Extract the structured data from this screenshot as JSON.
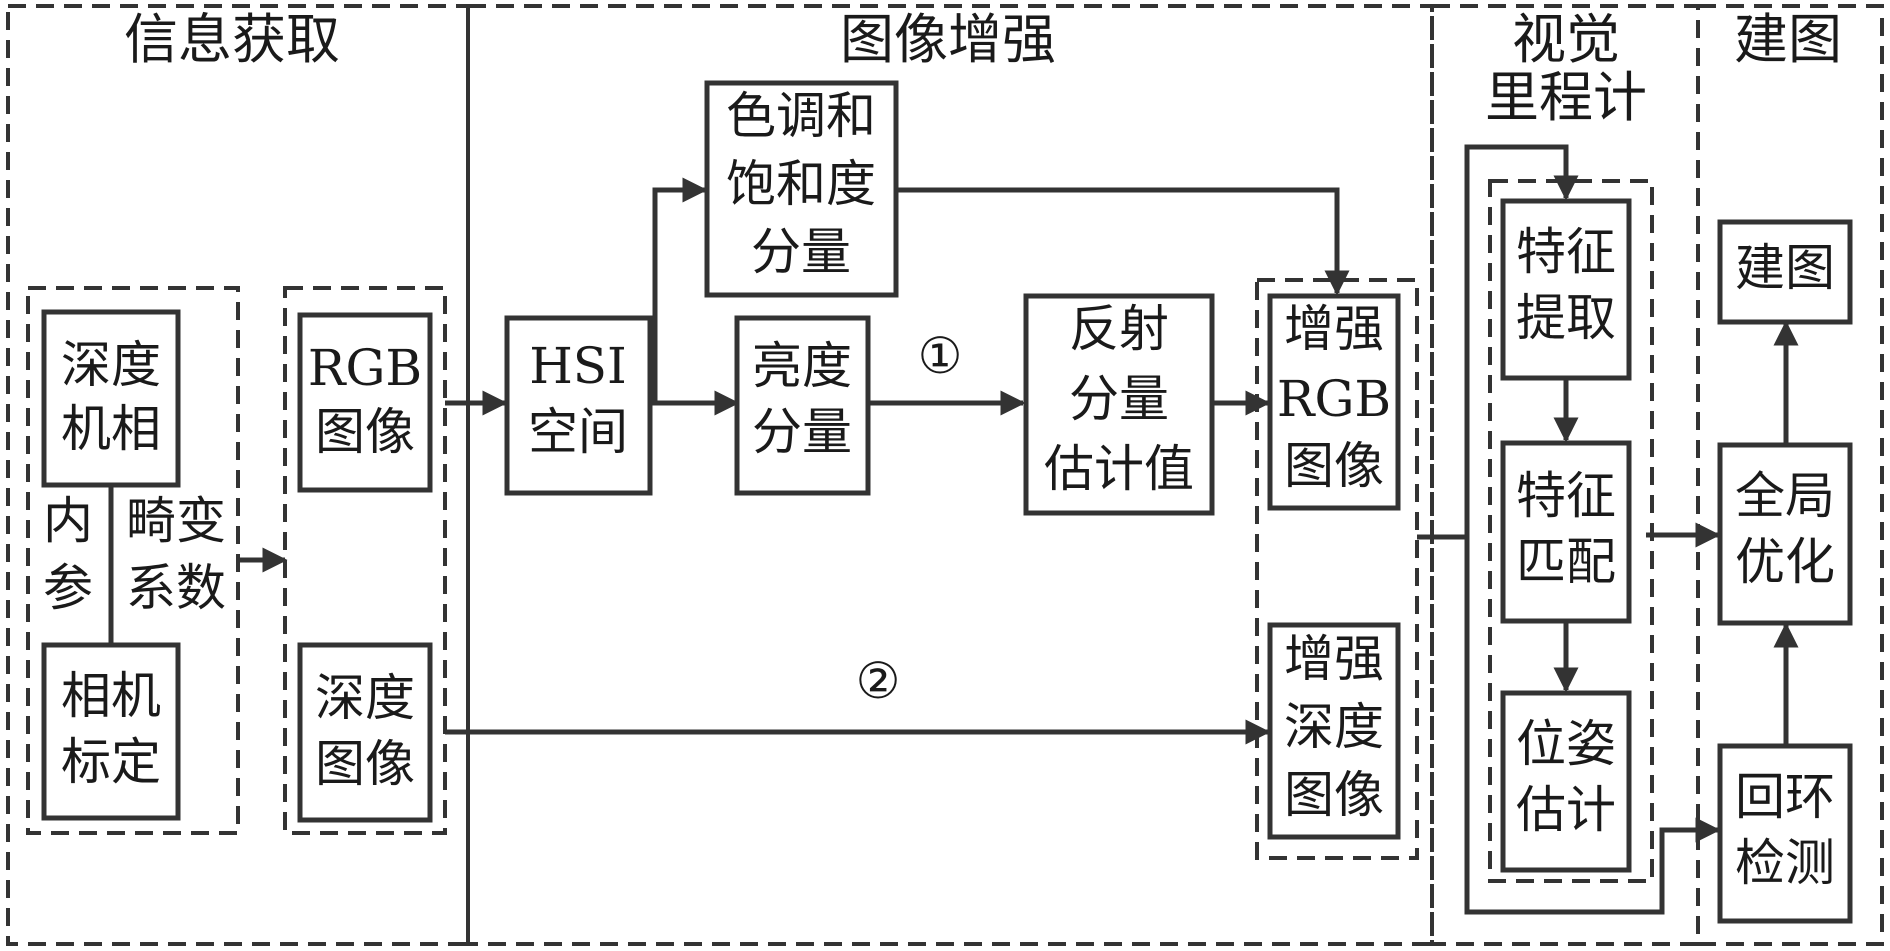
{
  "sections": {
    "acquisition": "信息获取",
    "enhancement": "图像增强",
    "vo_line1": "视觉",
    "vo_line2": "里程计",
    "mapping": "建图"
  },
  "boxes": {
    "depth_cam": [
      "深度",
      "机相"
    ],
    "cam_calib": [
      "相机",
      "标定"
    ],
    "rgb_img": [
      "RGB",
      "图像"
    ],
    "depth_img": [
      "深度",
      "图像"
    ],
    "hsi": [
      "HSI",
      "空间"
    ],
    "hue_sat": [
      "色调和",
      "饱和度",
      "分量"
    ],
    "brightness": [
      "亮度",
      "分量"
    ],
    "reflect": [
      "反射",
      "分量",
      "估计值"
    ],
    "enh_rgb": [
      "增强",
      "RGB",
      "图像"
    ],
    "enh_depth": [
      "增强",
      "深度",
      "图像"
    ],
    "feat_ext": [
      "特征",
      "提取"
    ],
    "feat_match": [
      "特征",
      "匹配"
    ],
    "pose": [
      "位姿",
      "估计"
    ],
    "map": [
      "建图"
    ],
    "global_opt": [
      "全局",
      "优化"
    ],
    "loop": [
      "回环",
      "检测"
    ]
  },
  "labels": {
    "intrinsic": [
      "内",
      "参"
    ],
    "distortion": [
      "畸变",
      "系数"
    ],
    "path1": "①",
    "path2": "②"
  }
}
